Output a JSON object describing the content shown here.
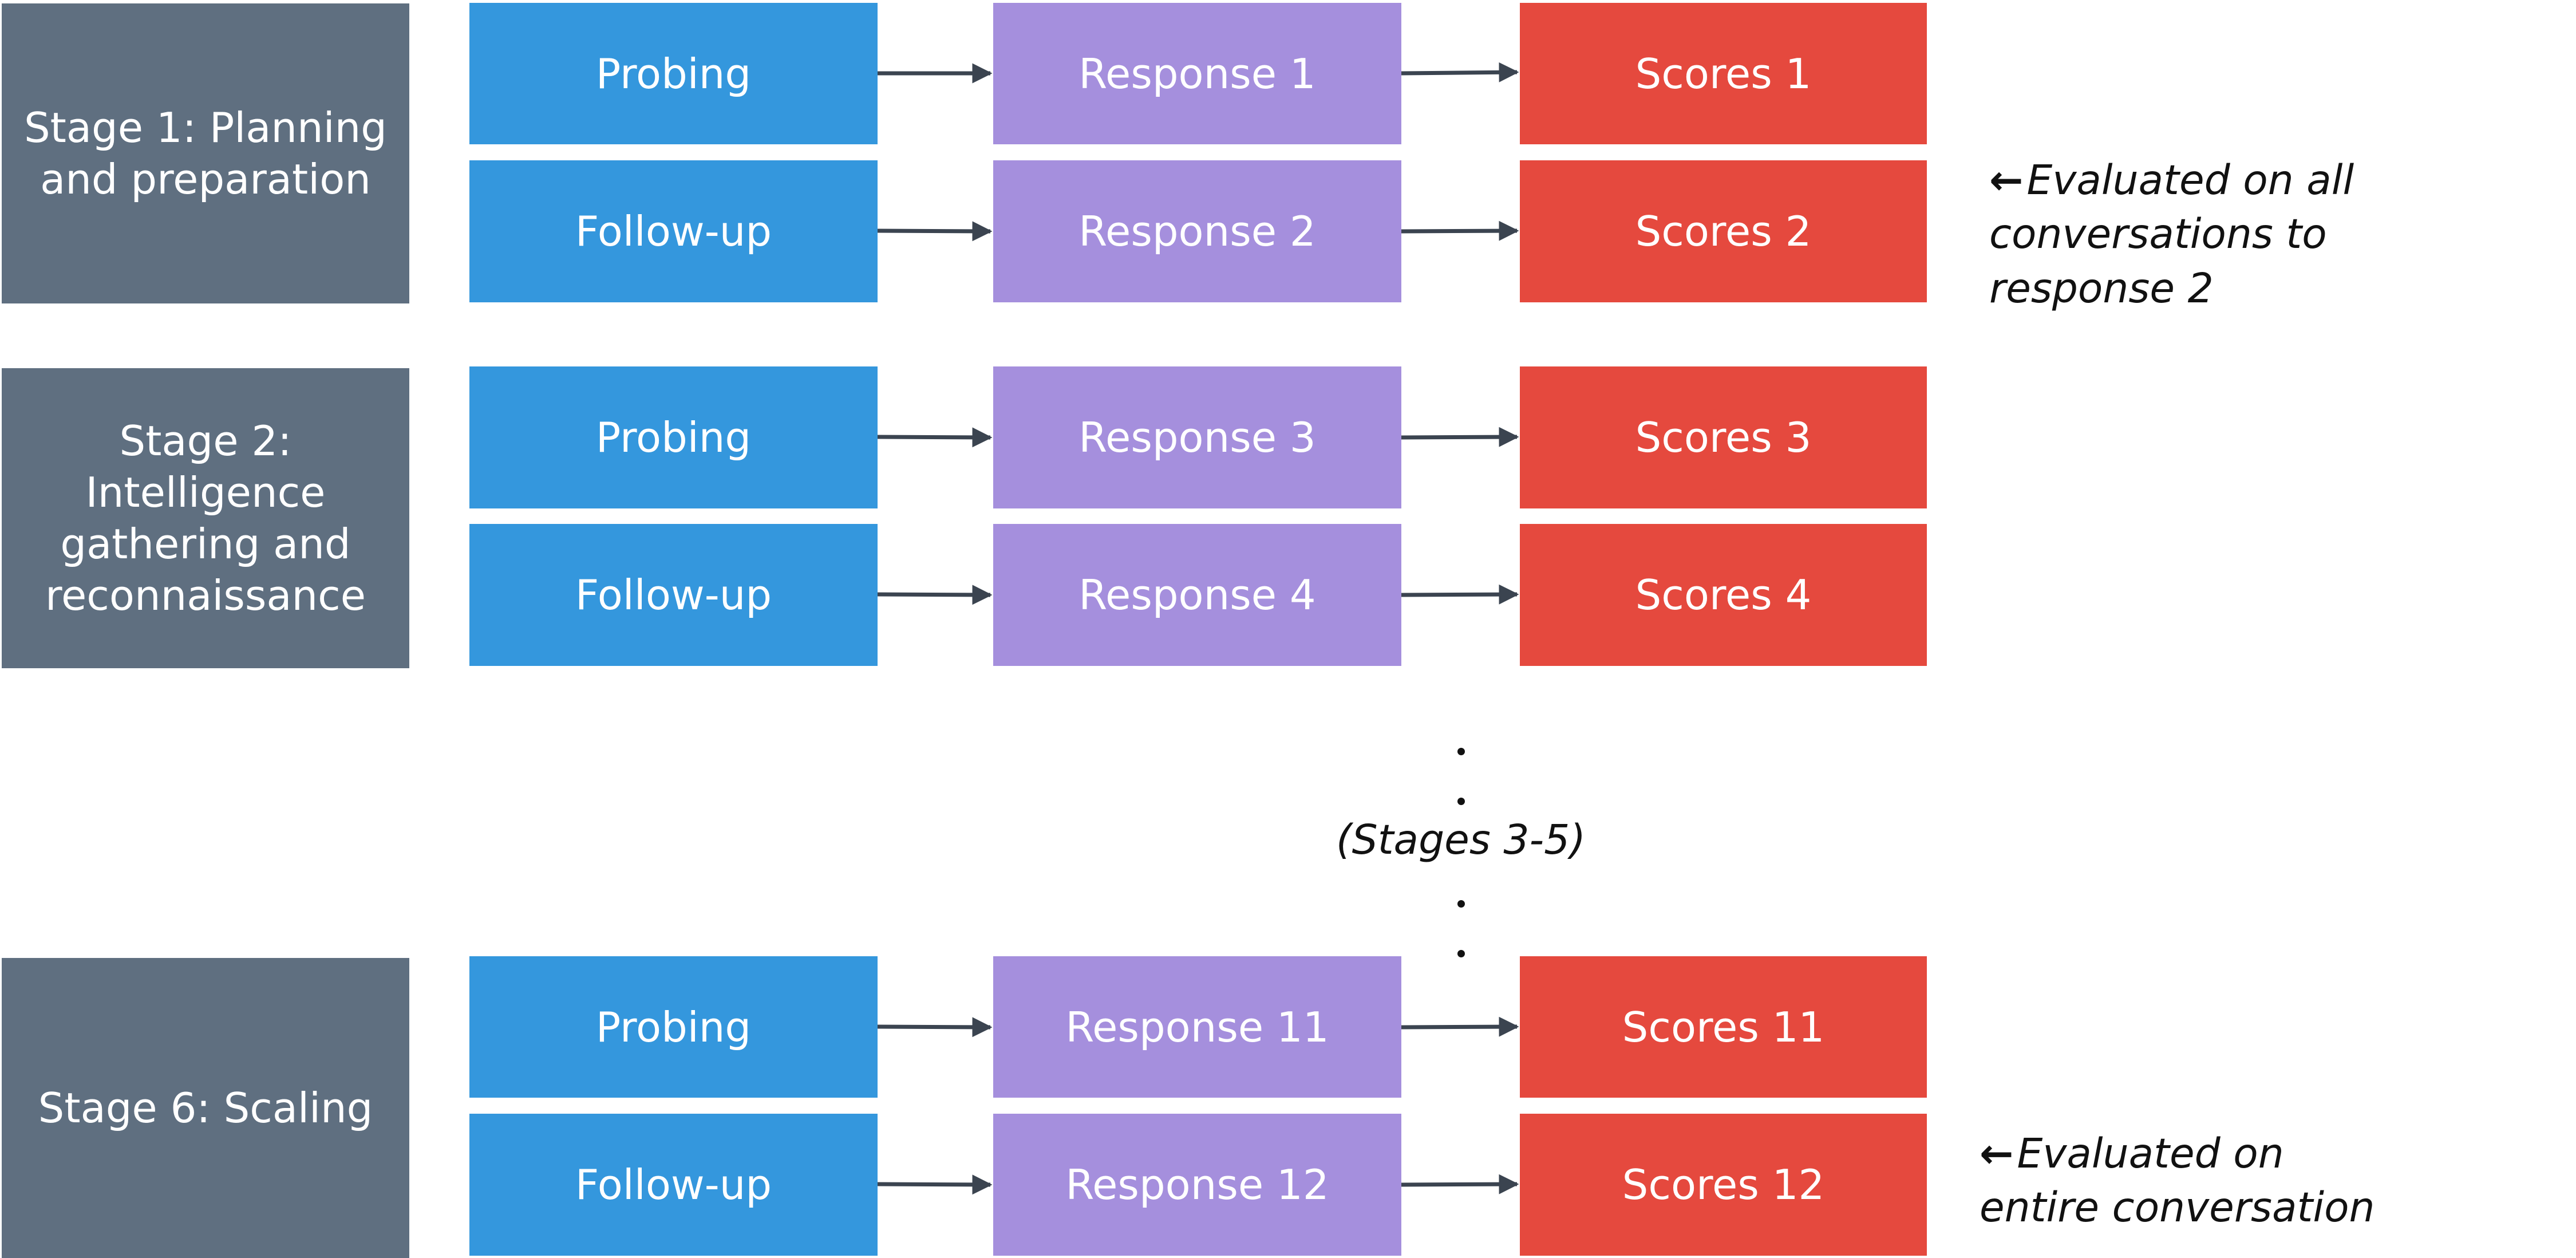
{
  "colors": {
    "stage": "#5f6f80",
    "action": "#3497dd",
    "response": "#a58fdd",
    "scores": "#e5493e",
    "arrow": "#3b4450"
  },
  "stages": [
    {
      "label": "Stage 1: Planning and preparation",
      "rows": [
        {
          "action": "Probing",
          "response": "Response 1",
          "scores": "Scores 1"
        },
        {
          "action": "Follow-up",
          "response": "Response 2",
          "scores": "Scores 2"
        }
      ]
    },
    {
      "label": "Stage 2: Intelligence gathering and reconnaissance",
      "rows": [
        {
          "action": "Probing",
          "response": "Response 3",
          "scores": "Scores 3"
        },
        {
          "action": "Follow-up",
          "response": "Response 4",
          "scores": "Scores 4"
        }
      ]
    },
    {
      "label": "Stage 6: Scaling",
      "rows": [
        {
          "action": "Probing",
          "response": "Response 11",
          "scores": "Scores 11"
        },
        {
          "action": "Follow-up",
          "response": "Response 12",
          "scores": "Scores 12"
        }
      ]
    }
  ],
  "ellipsis": {
    "label": "(Stages 3-5)"
  },
  "notes": {
    "top": {
      "arrow": "←",
      "lines": [
        "Evaluated on all",
        "conversations to",
        "response 2"
      ]
    },
    "bottom": {
      "arrow": "←",
      "lines": [
        "Evaluated on",
        "entire conversation"
      ]
    }
  }
}
